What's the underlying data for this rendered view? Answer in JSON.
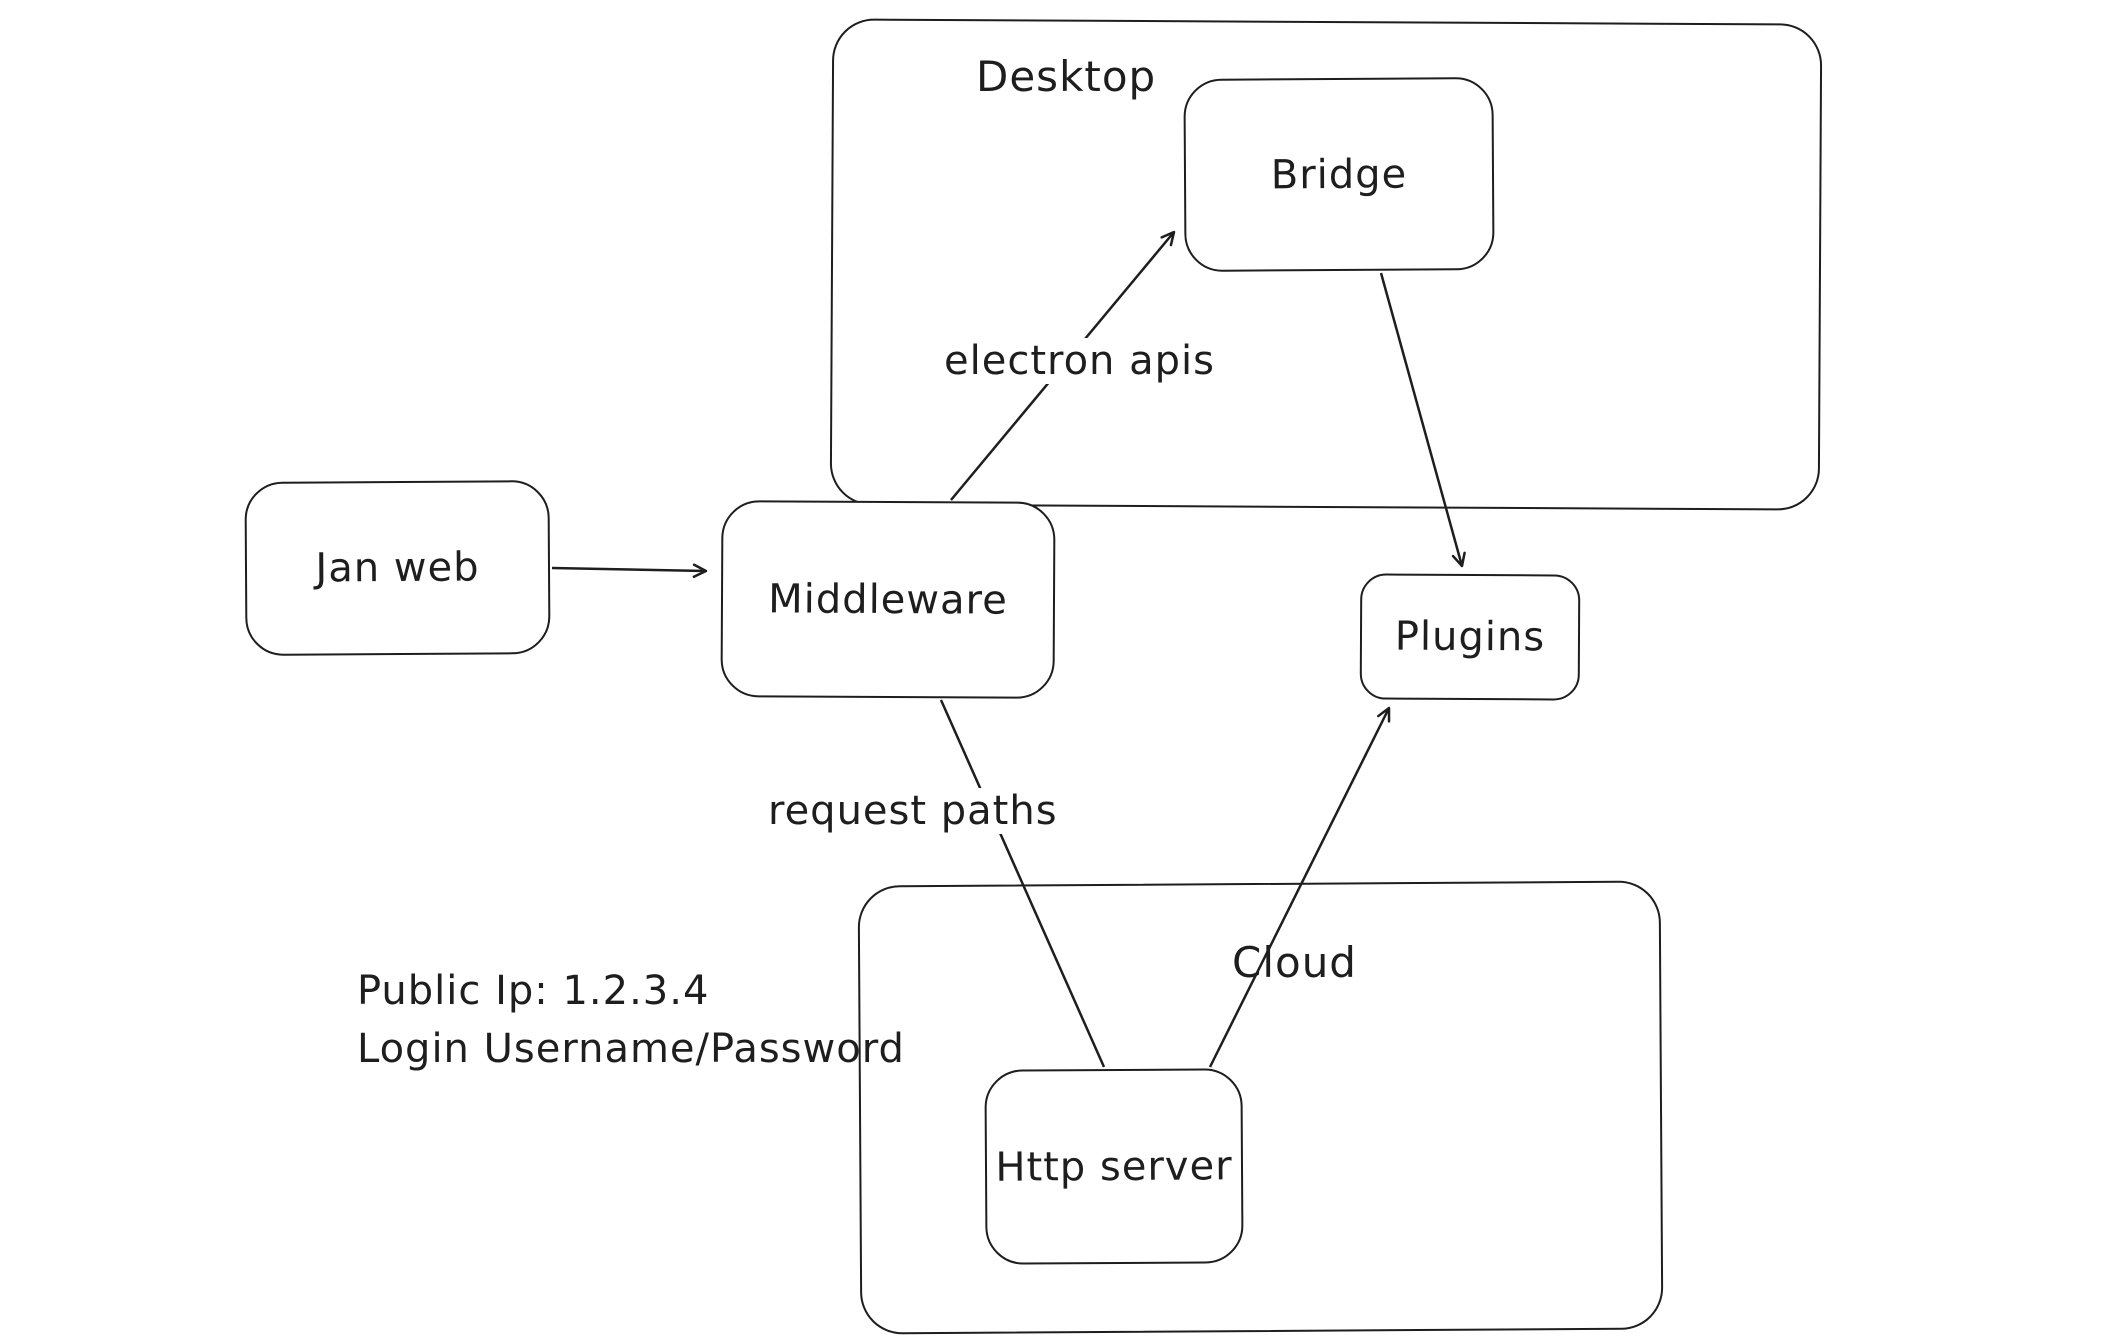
{
  "diagram": {
    "colors": {
      "stroke": "#1e1e1e",
      "background": "#ffffff"
    },
    "containers": [
      {
        "id": "desktop",
        "label": "Desktop"
      },
      {
        "id": "cloud",
        "label": "Cloud"
      }
    ],
    "nodes": [
      {
        "id": "jan-web",
        "label": "Jan web"
      },
      {
        "id": "middleware",
        "label": "Middleware"
      },
      {
        "id": "bridge",
        "label": "Bridge"
      },
      {
        "id": "plugins",
        "label": "Plugins"
      },
      {
        "id": "http-server",
        "label": "Http server"
      }
    ],
    "edges": [
      {
        "from": "Jan web",
        "to": "Middleware",
        "label": ""
      },
      {
        "from": "Middleware",
        "to": "Bridge",
        "label": "electron apis"
      },
      {
        "from": "Bridge",
        "to": "Plugins",
        "label": ""
      },
      {
        "from": "Middleware",
        "to": "Http server",
        "label": "request paths"
      },
      {
        "from": "Http server",
        "to": "Plugins",
        "label": ""
      }
    ],
    "annotation": {
      "line1": "Public Ip: 1.2.3.4",
      "line2": "Login Username/Password"
    }
  }
}
